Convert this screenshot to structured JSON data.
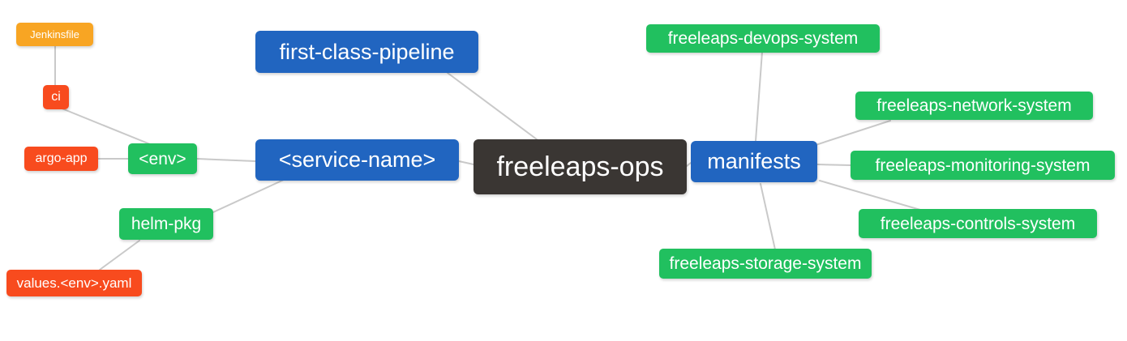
{
  "palette": {
    "orange": "#f8a523",
    "red": "#f84b1e",
    "green": "#21c05f",
    "blue": "#2165c0",
    "dark": "#3a3633",
    "edge_line": "#c9c9c9",
    "node_text": "#ffffff",
    "background": "#ffffff"
  },
  "nodes": {
    "jenkinsfile": {
      "label": "Jenkinsfile",
      "color": "#f8a523"
    },
    "ci": {
      "label": "ci",
      "color": "#f84b1e"
    },
    "argo_app": {
      "label": "argo-app",
      "color": "#f84b1e"
    },
    "env": {
      "label": "<env>",
      "color": "#21c05f"
    },
    "helm_pkg": {
      "label": "helm-pkg",
      "color": "#21c05f"
    },
    "values_env_yaml": {
      "label": "values.<env>.yaml",
      "color": "#f84b1e"
    },
    "first_class_pipeline": {
      "label": "first-class-pipeline",
      "color": "#2165c0"
    },
    "service_name": {
      "label": "<service-name>",
      "color": "#2165c0"
    },
    "freeleaps_ops": {
      "label": "freeleaps-ops",
      "color": "#3a3633"
    },
    "manifests": {
      "label": "manifests",
      "color": "#2165c0"
    },
    "devops_system": {
      "label": "freeleaps-devops-system",
      "color": "#21c05f"
    },
    "network_system": {
      "label": "freeleaps-network-system",
      "color": "#21c05f"
    },
    "monitoring_system": {
      "label": "freeleaps-monitoring-system",
      "color": "#21c05f"
    },
    "controls_system": {
      "label": "freeleaps-controls-system",
      "color": "#21c05f"
    },
    "storage_system": {
      "label": "freeleaps-storage-system",
      "color": "#21c05f"
    }
  },
  "edges": [
    {
      "from": "jenkinsfile",
      "to": "ci"
    },
    {
      "from": "ci",
      "to": "env"
    },
    {
      "from": "argo_app",
      "to": "env"
    },
    {
      "from": "env",
      "to": "service_name"
    },
    {
      "from": "helm_pkg",
      "to": "service_name"
    },
    {
      "from": "values_env_yaml",
      "to": "helm_pkg"
    },
    {
      "from": "first_class_pipeline",
      "to": "freeleaps_ops"
    },
    {
      "from": "service_name",
      "to": "freeleaps_ops"
    },
    {
      "from": "freeleaps_ops",
      "to": "manifests"
    },
    {
      "from": "manifests",
      "to": "devops_system"
    },
    {
      "from": "manifests",
      "to": "network_system"
    },
    {
      "from": "manifests",
      "to": "monitoring_system"
    },
    {
      "from": "manifests",
      "to": "controls_system"
    },
    {
      "from": "manifests",
      "to": "storage_system"
    }
  ]
}
